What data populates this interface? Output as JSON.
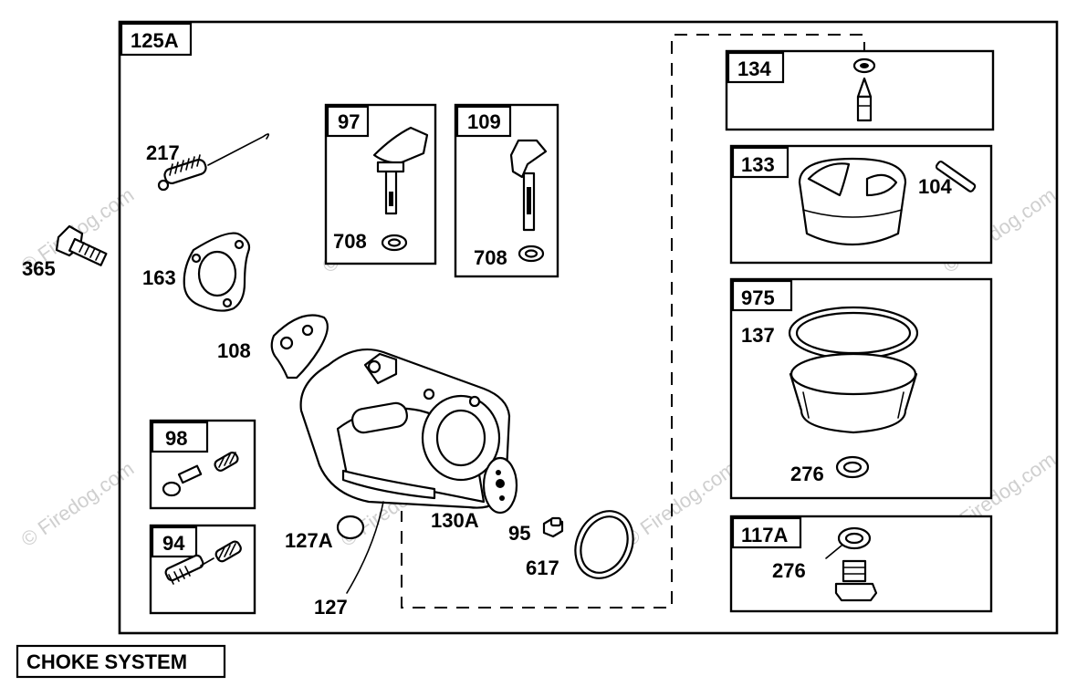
{
  "watermark": {
    "text": "© Firedog.com"
  },
  "main": {
    "assembly": "125A",
    "caption": "CHOKE SYSTEM"
  },
  "callouts": {
    "c217": "217",
    "c365": "365",
    "c163": "163",
    "c108": "108",
    "c127A": "127A",
    "c127": "127",
    "c130A": "130A",
    "c95": "95",
    "c617": "617",
    "c104": "104",
    "c137": "137",
    "c276a": "276",
    "c276b": "276"
  },
  "kits": {
    "k97": {
      "tag": "97",
      "c708": "708"
    },
    "k109": {
      "tag": "109",
      "c708": "708"
    },
    "k98": {
      "tag": "98"
    },
    "k94": {
      "tag": "94"
    },
    "k134": {
      "tag": "134"
    },
    "k133": {
      "tag": "133"
    },
    "k975": {
      "tag": "975"
    },
    "k117A": {
      "tag": "117A"
    }
  }
}
